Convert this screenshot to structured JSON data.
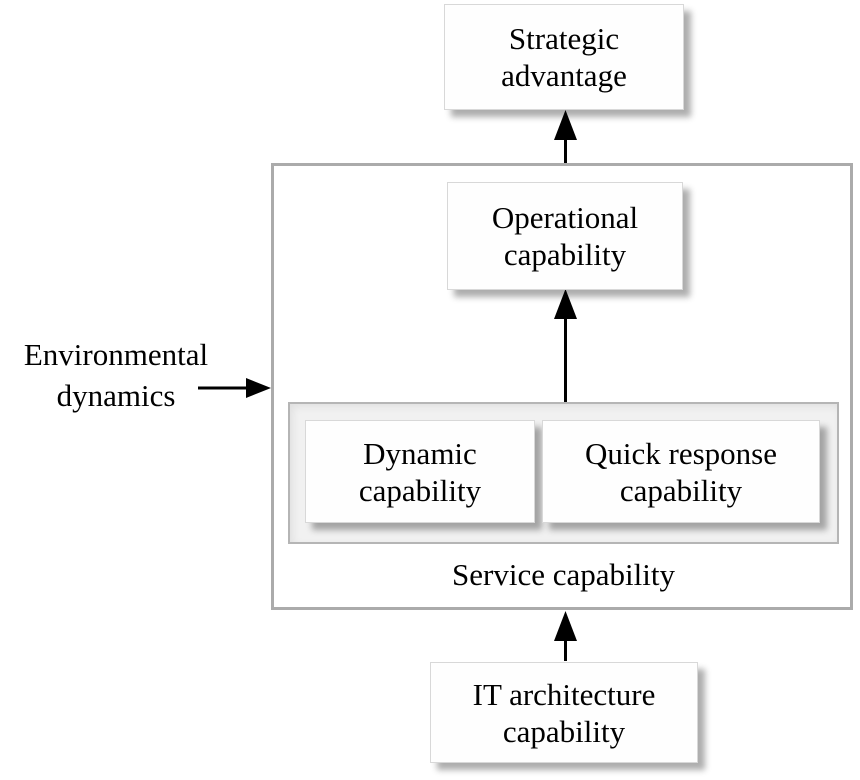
{
  "diagram": {
    "nodes": {
      "strategic_advantage": {
        "lines": [
          "Strategic",
          "advantage"
        ]
      },
      "operational_capability": {
        "lines": [
          "Operational",
          "capability"
        ]
      },
      "dynamic_capability": {
        "lines": [
          "Dynamic",
          "capability"
        ]
      },
      "quick_response_capability": {
        "lines": [
          "Quick response",
          "capability"
        ]
      },
      "it_architecture_capability": {
        "lines": [
          "IT architecture",
          "capability"
        ]
      }
    },
    "labels": {
      "service_capability": "Service capability",
      "environmental_dynamics": {
        "lines": [
          "Environmental",
          "dynamics"
        ]
      }
    },
    "colors": {
      "background": "#ffffff",
      "text": "#000000",
      "arrow": "#000000",
      "outer_boundary_border": "#ababab",
      "inner_group_border": "#b5b5b5",
      "inner_group_fill": "#f1f1f1",
      "node_border": "#d8d8d8",
      "node_fill": "#fefefe",
      "node_shadow": "#a6a6a6"
    }
  }
}
